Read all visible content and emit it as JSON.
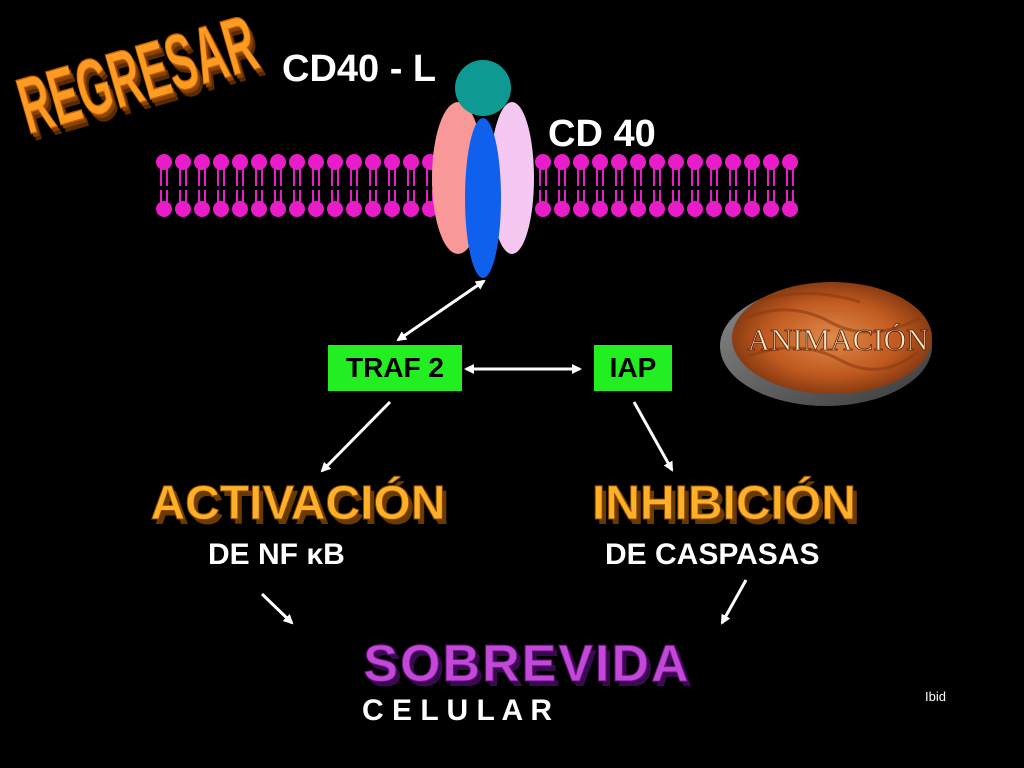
{
  "colors": {
    "background": "#000000",
    "membrane": "#e81cc8",
    "box_fill": "#22ee22",
    "ligand": "#0e9a92",
    "receptor_core": "#1060ee",
    "receptor_left": "#f89898",
    "receptor_right": "#f4c8f0",
    "regresar": "#ff9a22",
    "activacion": "#ffb028",
    "sobrevida": "#c248d8",
    "animacion_text": "#ffe8c8"
  },
  "buttons": {
    "regresar_label": "REGRESAR",
    "animacion_label": "ANIMACIÓN"
  },
  "labels": {
    "ligand": "CD40 - L",
    "receptor": "CD 40",
    "traf2": "TRAF 2",
    "iap": "IAP",
    "activacion": "ACTIVACIÓN",
    "activacion_sub": "DE    NF κB",
    "inhibicion": "INHIBICIÓN",
    "inhibicion_sub": "DE  CASPASAS",
    "sobrevida": "SOBREVIDA",
    "celular": "C  E  L  U  L  A  R",
    "ibid": "Ibid"
  }
}
